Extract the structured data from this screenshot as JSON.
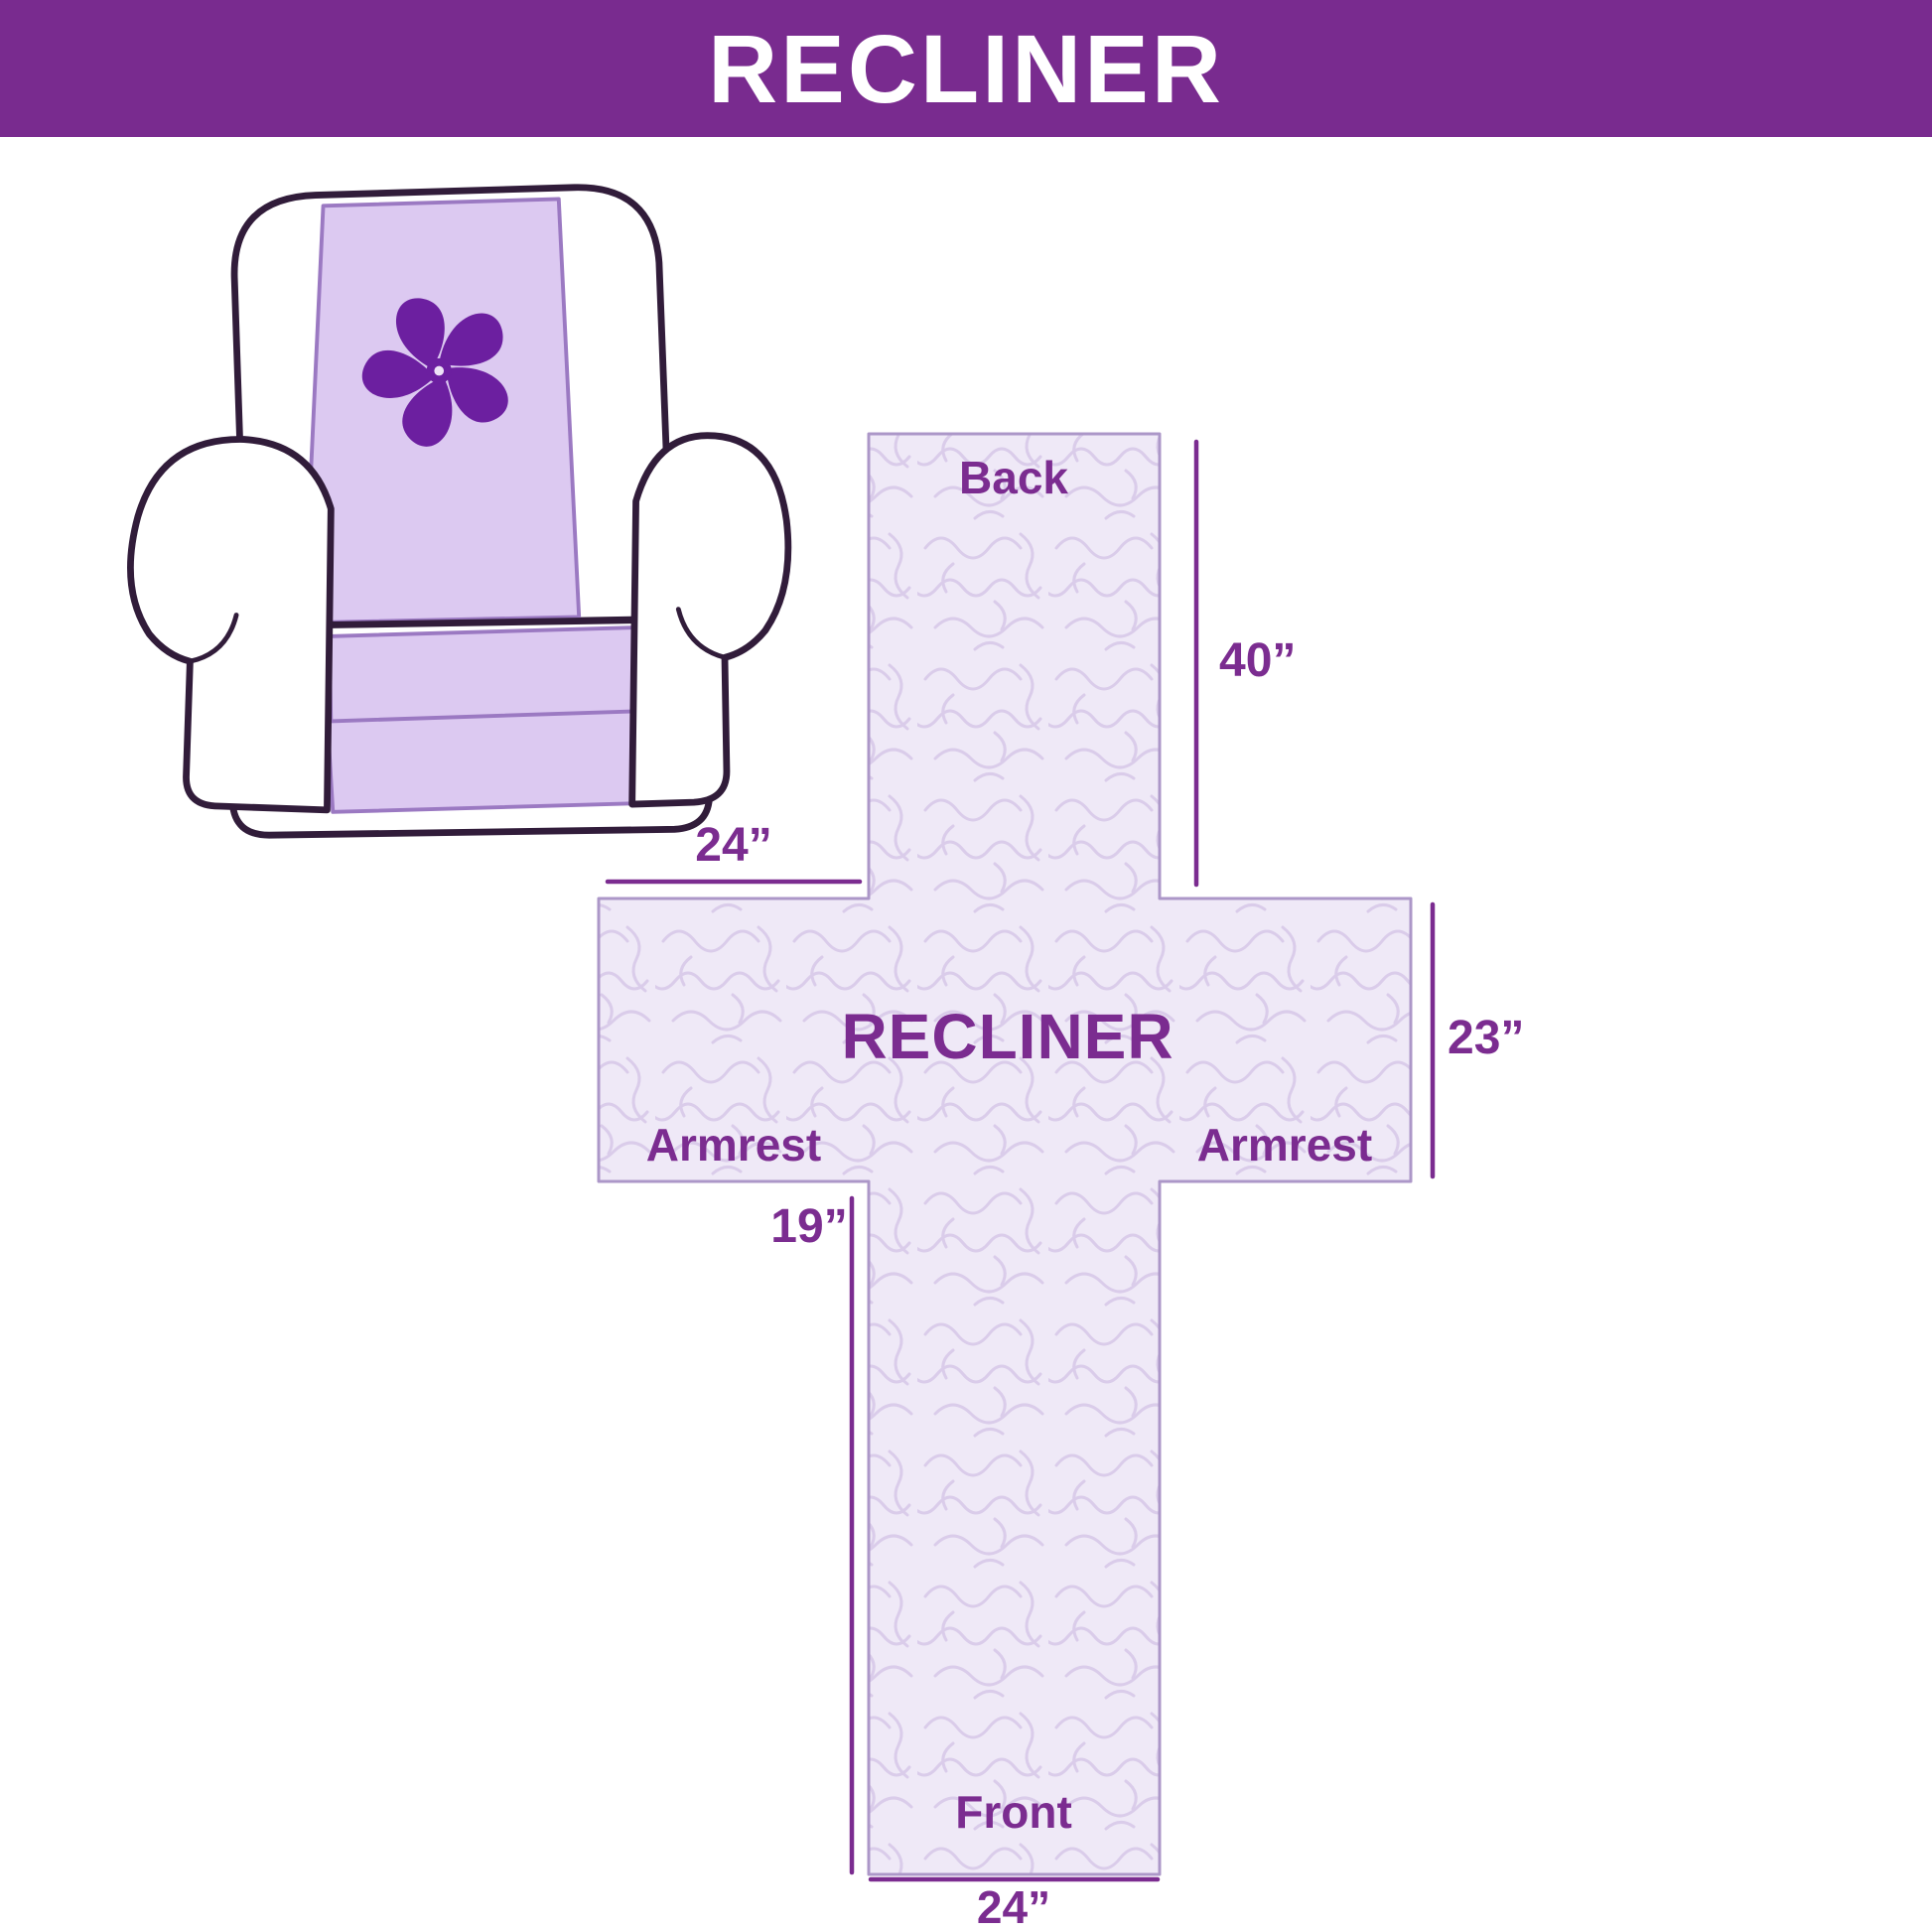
{
  "header": {
    "title": "RECLINER"
  },
  "colors": {
    "banner_purple": "#792B8F",
    "label_purple": "#7B2C90",
    "cover_lavender": "#DCC9F1",
    "pinwheel_purple": "#6C1FA0",
    "chair_outline": "#311C3A",
    "quilt_background": "#EFE9F7",
    "quilt_squiggle": "#DACCEA",
    "quilt_border": "#AC97C8"
  },
  "illustration": {
    "description": "recliner armchair with quilted lavender cover",
    "logo_icon": "pinwheel-icon"
  },
  "diagram": {
    "center_label": "RECLINER",
    "back_label": "Back",
    "front_label": "Front",
    "armrest_left_label": "Armrest",
    "armrest_right_label": "Armrest",
    "dim_back_height": "40”",
    "dim_top_width": "24”",
    "dim_armrest_height": "23”",
    "dim_front_height": "19”",
    "dim_front_width": "24”"
  }
}
